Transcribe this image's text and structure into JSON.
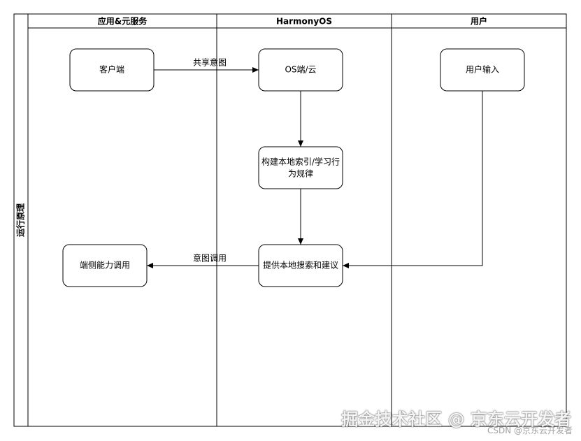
{
  "pool": {
    "title": "运行原理"
  },
  "lanes": [
    {
      "id": "app",
      "label": "应用&元服务"
    },
    {
      "id": "harmony",
      "label": "HarmonyOS"
    },
    {
      "id": "user",
      "label": "用户"
    }
  ],
  "nodes": {
    "client": "客户端",
    "os_cloud": "OS端/云",
    "build_index": [
      "构建本地索引/学习行",
      "为规律"
    ],
    "user_input": "用户输入",
    "local_search": "提供本地搜索和建议",
    "intent_call": "端侧能力调用"
  },
  "edges": {
    "share_intent": "共享意图",
    "intent_invoke": "意图调用"
  },
  "watermark": {
    "main": "掘金技术社区 @ 京东云开发者",
    "sub": "CSDN @京东云开发者"
  }
}
